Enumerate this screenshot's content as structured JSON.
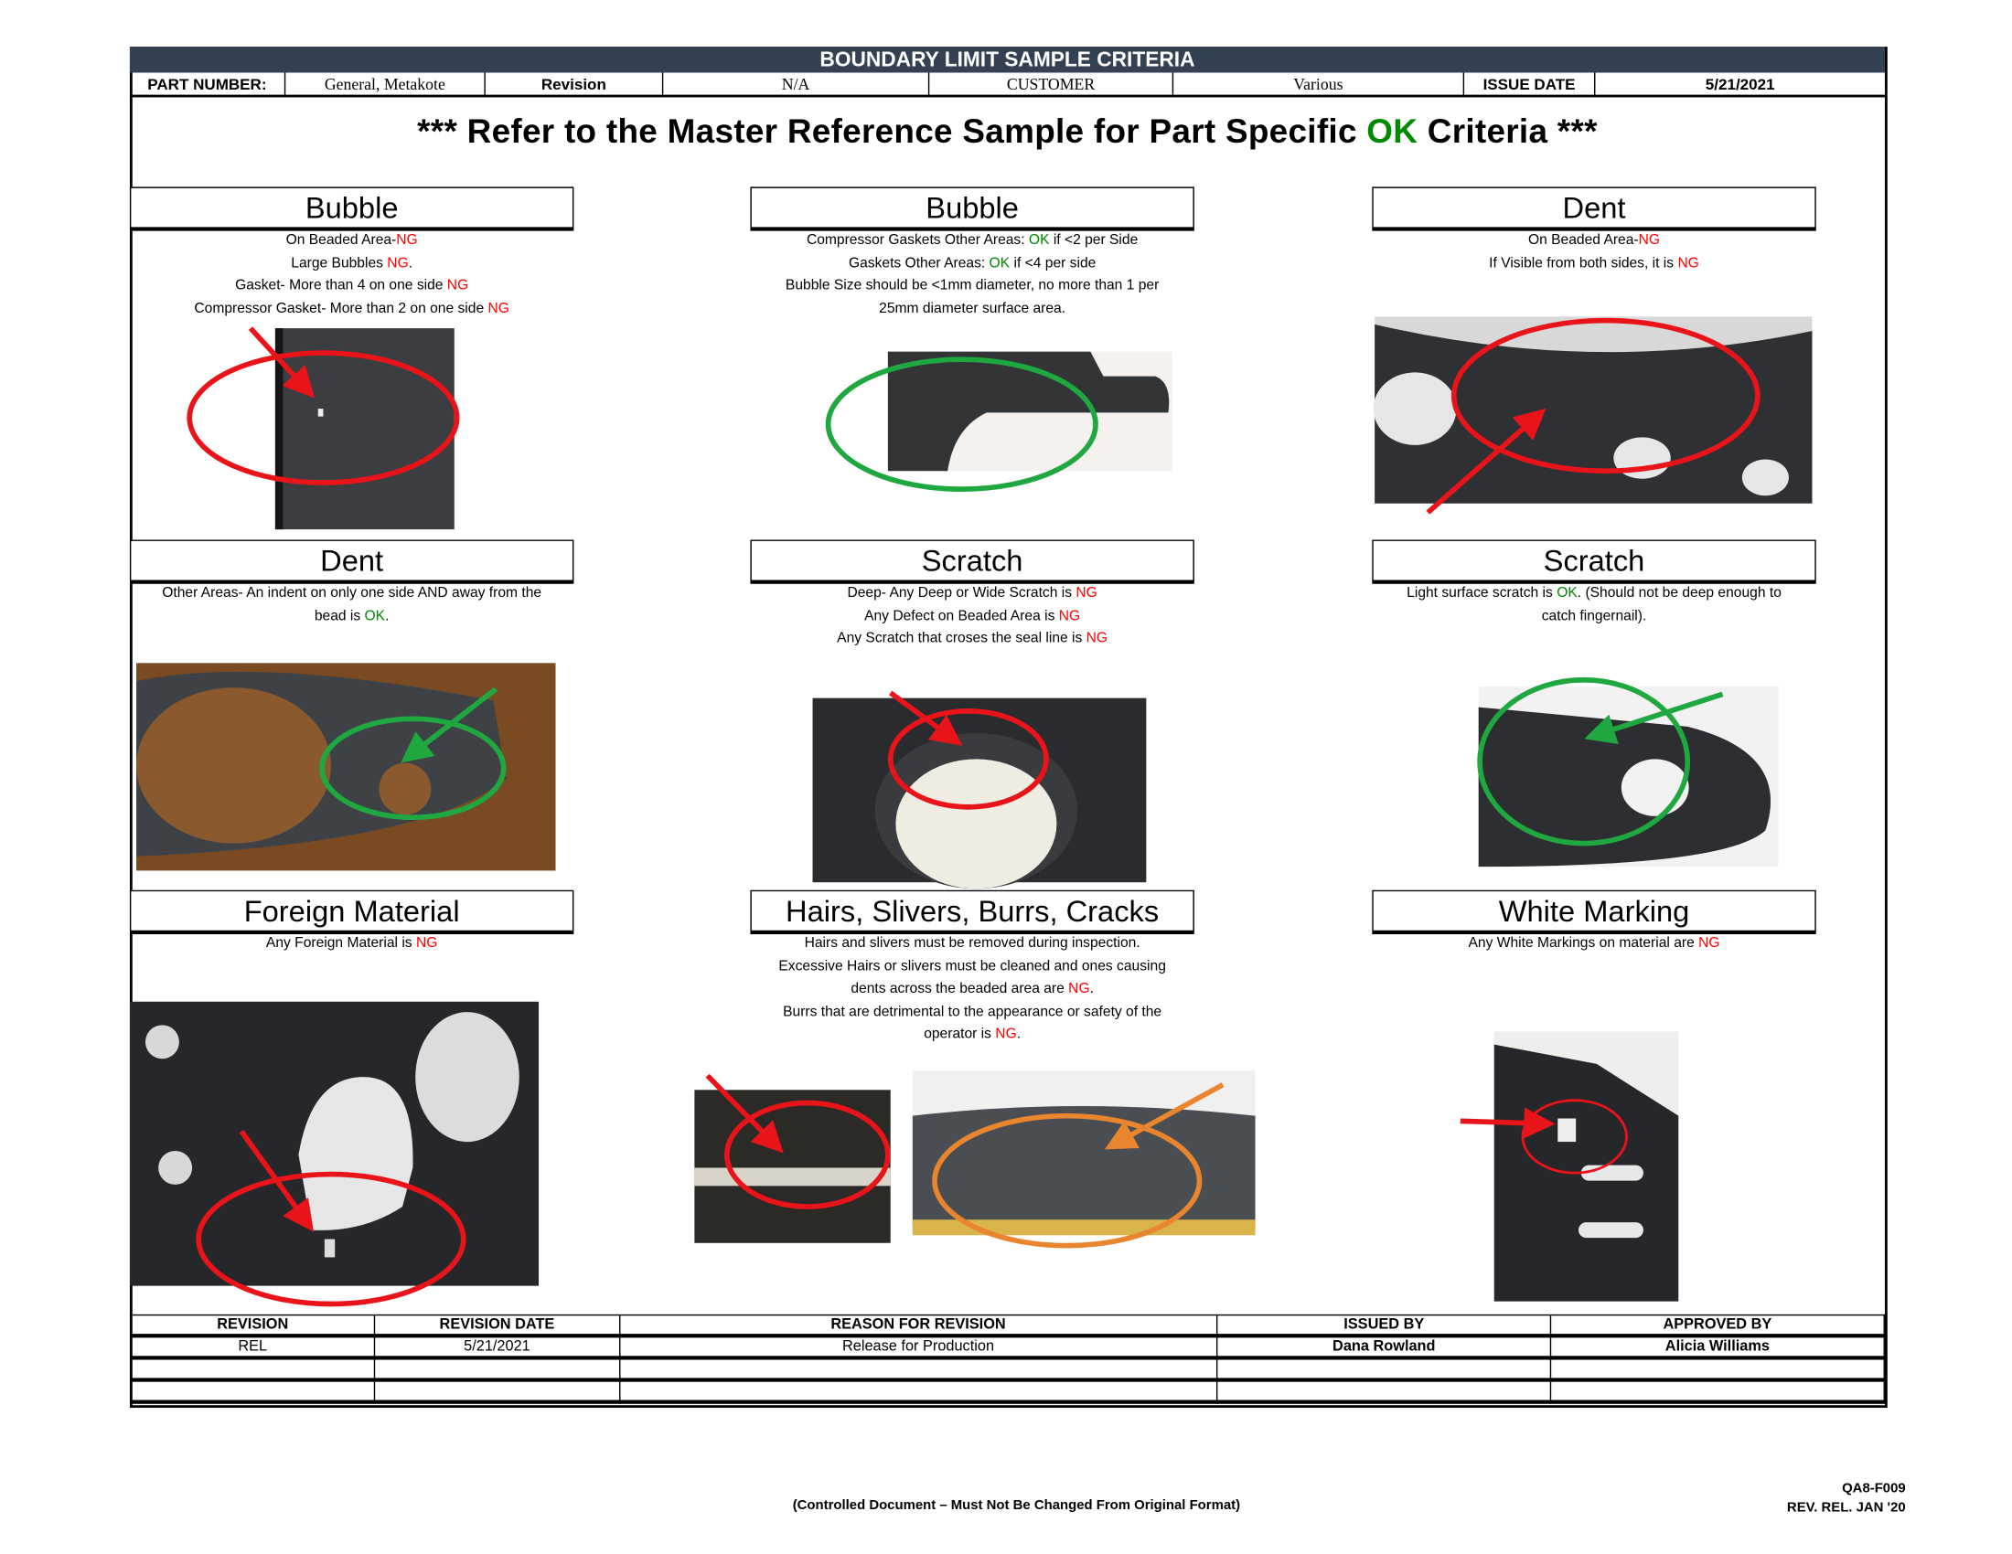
{
  "header": {
    "title": "BOUNDARY LIMIT SAMPLE  CRITERIA",
    "part_number_label": "PART NUMBER:",
    "part_number": "General, Metakote",
    "revision_label": "Revision",
    "revision": "N/A",
    "customer_label": "CUSTOMER",
    "customer": "Various",
    "issue_date_label": "ISSUE DATE",
    "issue_date": "5/21/2021",
    "header_color": "#344153"
  },
  "banner": {
    "before": "*** Refer to the Master Reference Sample for Part Specific ",
    "ok": "OK",
    "after": " Criteria ***"
  },
  "colors": {
    "ok": "#008a00",
    "ng": "#ff0000",
    "circle_red": "#e8141a",
    "circle_green": "#1fa83f",
    "circle_orange": "#e8852e"
  },
  "sections": [
    {
      "title": "Bubble",
      "lines": [
        [
          {
            "t": "On Beaded Area-"
          },
          {
            "t": "NG",
            "s": "ng"
          }
        ],
        [
          {
            "t": "Large Bubbles "
          },
          {
            "t": "NG",
            "s": "ng"
          },
          {
            "t": "."
          }
        ],
        [
          {
            "t": "Gasket-  More than 4 on one side "
          },
          {
            "t": "NG",
            "s": "ng"
          }
        ],
        [
          {
            "t": "Compressor Gasket-  More than 2 on one side "
          },
          {
            "t": "NG",
            "s": "ng"
          }
        ]
      ]
    },
    {
      "title": "Bubble",
      "lines": [
        [
          {
            "t": "Compressor Gaskets Other Areas:  "
          },
          {
            "t": "OK",
            "s": "ok"
          },
          {
            "t": " if <2 per Side"
          }
        ],
        [
          {
            "t": "Gaskets Other Areas:  "
          },
          {
            "t": "OK",
            "s": "ok"
          },
          {
            "t": " if <4 per side"
          }
        ],
        [
          {
            "t": "Bubble Size should be <1mm diameter, no more than 1 per"
          }
        ],
        [
          {
            "t": "25mm diameter surface area."
          }
        ]
      ]
    },
    {
      "title": "Dent",
      "lines": [
        [
          {
            "t": "On Beaded Area-"
          },
          {
            "t": "NG",
            "s": "ng"
          }
        ],
        [
          {
            "t": "If Visible from both sides, it is "
          },
          {
            "t": "NG",
            "s": "ng"
          }
        ]
      ]
    },
    {
      "title": "Dent",
      "lines": [
        [
          {
            "t": "Other Areas-  An indent on only one side AND away from the"
          }
        ],
        [
          {
            "t": "bead is "
          },
          {
            "t": "OK",
            "s": "ok"
          },
          {
            "t": "."
          }
        ]
      ]
    },
    {
      "title": "Scratch",
      "lines": [
        [
          {
            "t": "Deep-  Any Deep or Wide Scratch is "
          },
          {
            "t": "NG",
            "s": "ng"
          }
        ],
        [
          {
            "t": "Any Defect on Beaded Area is "
          },
          {
            "t": "NG",
            "s": "ng"
          }
        ],
        [
          {
            "t": "Any Scratch that croses the seal line is "
          },
          {
            "t": "NG",
            "s": "ng"
          }
        ]
      ]
    },
    {
      "title": "Scratch",
      "lines": [
        [
          {
            "t": "Light surface scratch is "
          },
          {
            "t": "OK",
            "s": "ok"
          },
          {
            "t": ".  (Should not be deep enough to"
          }
        ],
        [
          {
            "t": "catch fingernail)."
          }
        ]
      ]
    },
    {
      "title": "Foreign Material",
      "lines": [
        [
          {
            "t": "Any Foreign Material is "
          },
          {
            "t": "NG",
            "s": "ng"
          }
        ]
      ]
    },
    {
      "title": "Hairs, Slivers, Burrs, Cracks",
      "lines": [
        [
          {
            "t": "Hairs and slivers must be removed during inspection."
          }
        ],
        [
          {
            "t": "Excessive Hairs or slivers must be cleaned and ones causing"
          }
        ],
        [
          {
            "t": "dents across the beaded area are "
          },
          {
            "t": "NG",
            "s": "ng"
          },
          {
            "t": "."
          }
        ],
        [
          {
            "t": "Burrs that are detrimental to the appearance or safety of the"
          }
        ],
        [
          {
            "t": "operator is "
          },
          {
            "t": "NG",
            "s": "ng"
          },
          {
            "t": "."
          }
        ]
      ]
    },
    {
      "title": "White Marking",
      "lines": [
        [
          {
            "t": "Any White Markings on material are "
          },
          {
            "t": "NG",
            "s": "ng"
          }
        ]
      ]
    }
  ],
  "revision_table": {
    "headers": [
      "REVISION",
      "REVISION DATE",
      "REASON FOR REVISION",
      "ISSUED BY",
      "APPROVED BY"
    ],
    "rows": [
      [
        "REL",
        "5/21/2021",
        "Release for Production",
        "Dana Rowland",
        "Alicia Williams"
      ],
      [
        "",
        "",
        "",
        "",
        ""
      ],
      [
        "",
        "",
        "",
        "",
        ""
      ]
    ]
  },
  "footer": {
    "controlled": "(Controlled Document – Must Not Be Changed From Original Format)",
    "form_number": "QA8-F009",
    "form_rev": "REV. REL. JAN '20"
  }
}
